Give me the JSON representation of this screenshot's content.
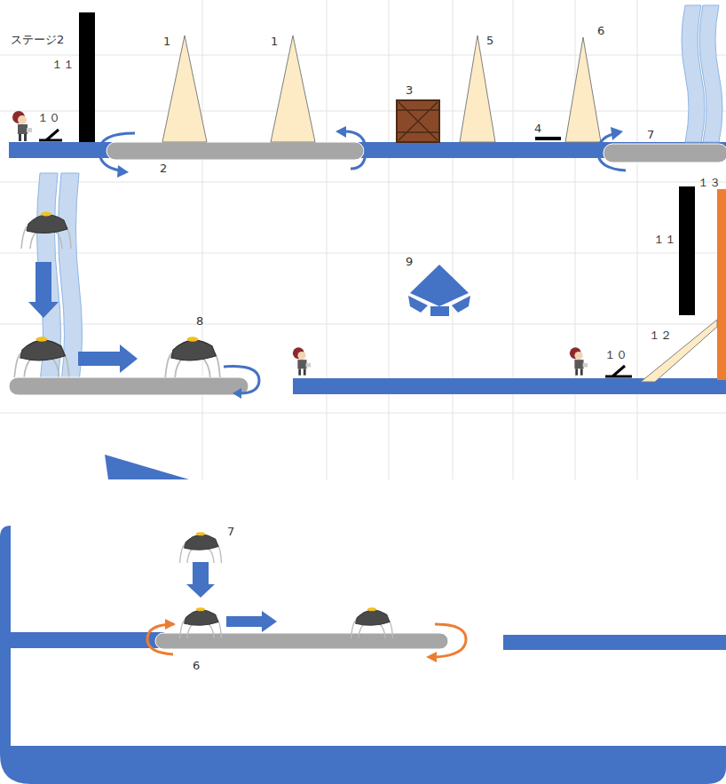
{
  "diagram": {
    "title": "ステージ2",
    "labels": [
      "１１",
      "１０",
      "1",
      "1",
      "2",
      "3",
      "5",
      "4",
      "6",
      "7",
      "9",
      "8",
      "１３",
      "１１",
      "１２",
      "１０",
      "7",
      "6"
    ]
  }
}
